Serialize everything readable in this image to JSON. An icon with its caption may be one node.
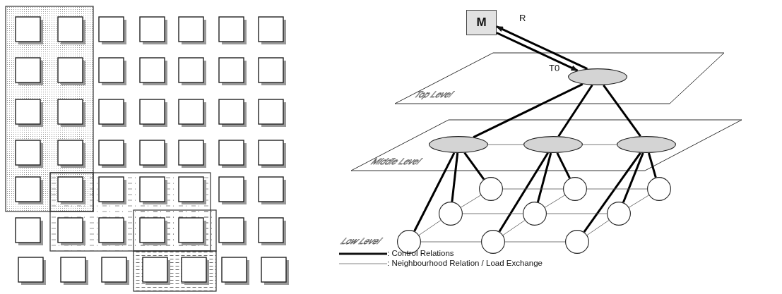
{
  "diagram": {
    "nodes": [
      {
        "text": [
          "M"
        ]
      },
      {
        "text": [],
        "shape": "ellipse"
      },
      {
        "text": [],
        "shape": "ellipse"
      },
      {
        "text": [],
        "shape": "ellipse"
      },
      {
        "text": [],
        "shape": "ellipse"
      },
      {
        "text": [],
        "shape": "circle"
      },
      {
        "text": [],
        "shape": "circle"
      },
      {
        "text": [],
        "shape": "circle"
      },
      {
        "text": [],
        "shape": "circle"
      },
      {
        "text": [],
        "shape": "circle"
      },
      {
        "text": [],
        "shape": "circle"
      },
      {
        "text": [],
        "shape": "circle"
      },
      {
        "text": [],
        "shape": "circle"
      },
      {
        "text": [],
        "shape": "circle"
      }
    ],
    "edges": [
      {
        "from": 0,
        "to": 1,
        "arrow": "to",
        "label": "T0",
        "style": "thick"
      },
      {
        "from": 1,
        "to": 0,
        "arrow": "to",
        "label": "R",
        "style": "thick"
      },
      {
        "from": 1,
        "to": 2,
        "arrow": "none",
        "style": "thick"
      },
      {
        "from": 1,
        "to": 3,
        "arrow": "none",
        "style": "thick"
      },
      {
        "from": 1,
        "to": 4,
        "arrow": "none",
        "style": "thick"
      },
      {
        "from": 2,
        "to": 11,
        "arrow": "none",
        "style": "thick"
      },
      {
        "from": 2,
        "to": 8,
        "arrow": "none",
        "style": "thick"
      },
      {
        "from": 2,
        "to": 5,
        "arrow": "none",
        "style": "thick"
      },
      {
        "from": 3,
        "to": 12,
        "arrow": "none",
        "style": "thick"
      },
      {
        "from": 3,
        "to": 9,
        "arrow": "none",
        "style": "thick"
      },
      {
        "from": 3,
        "to": 6,
        "arrow": "none",
        "style": "thick"
      },
      {
        "from": 4,
        "to": 13,
        "arrow": "none",
        "style": "thick"
      },
      {
        "from": 4,
        "to": 10,
        "arrow": "none",
        "style": "thick"
      },
      {
        "from": 4,
        "to": 7,
        "arrow": "none",
        "style": "thick"
      },
      {
        "from": 2,
        "to": 3,
        "arrow": "none"
      },
      {
        "from": 3,
        "to": 4,
        "arrow": "none"
      },
      {
        "from": 5,
        "to": 6,
        "arrow": "none"
      },
      {
        "from": 6,
        "to": 7,
        "arrow": "none"
      },
      {
        "from": 8,
        "to": 9,
        "arrow": "none"
      },
      {
        "from": 9,
        "to": 10,
        "arrow": "none"
      },
      {
        "from": 11,
        "to": 12,
        "arrow": "none"
      },
      {
        "from": 12,
        "to": 13,
        "arrow": "none"
      },
      {
        "from": 11,
        "to": 8,
        "arrow": "none"
      },
      {
        "from": 8,
        "to": 5,
        "arrow": "none"
      },
      {
        "from": 12,
        "to": 9,
        "arrow": "none"
      },
      {
        "from": 9,
        "to": 6,
        "arrow": "none"
      },
      {
        "from": 13,
        "to": 10,
        "arrow": "none"
      },
      {
        "from": 10,
        "to": 7,
        "arrow": "none"
      }
    ],
    "labels": [
      "Top Level",
      "Middle Level",
      "Low Level"
    ],
    "legend": [
      {
        "text": ": Control Relations"
      },
      {
        "text": ": Neighbourhood Relation / Load Exchange"
      }
    ]
  }
}
